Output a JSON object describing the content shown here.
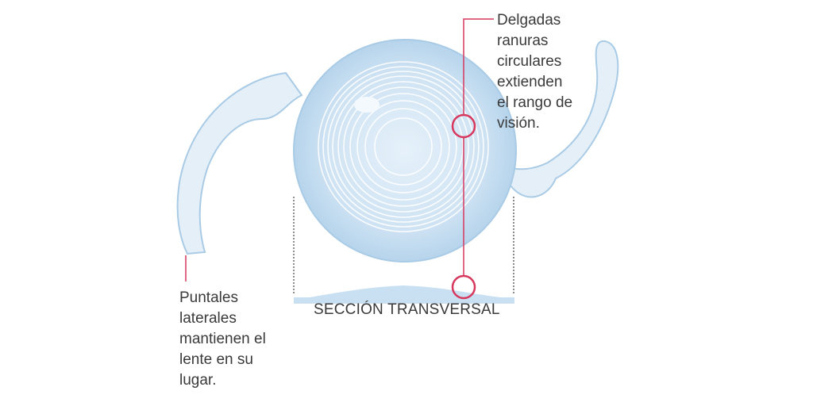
{
  "callouts": {
    "grooves": {
      "lines": [
        "Delgadas",
        "ranuras",
        "circulares",
        "extienden",
        "el rango de",
        "visión."
      ]
    },
    "haptics": {
      "lines": [
        "Puntales",
        "laterales",
        "mantienen el",
        "lente en su",
        "lugar."
      ]
    }
  },
  "section_title": "SECCIÓN TRANSVERSAL",
  "colors": {
    "accent": "#d6385e",
    "lens": "#c9e0f2",
    "lens_edge": "#9cc3e0",
    "text": "#3a3a3a"
  }
}
